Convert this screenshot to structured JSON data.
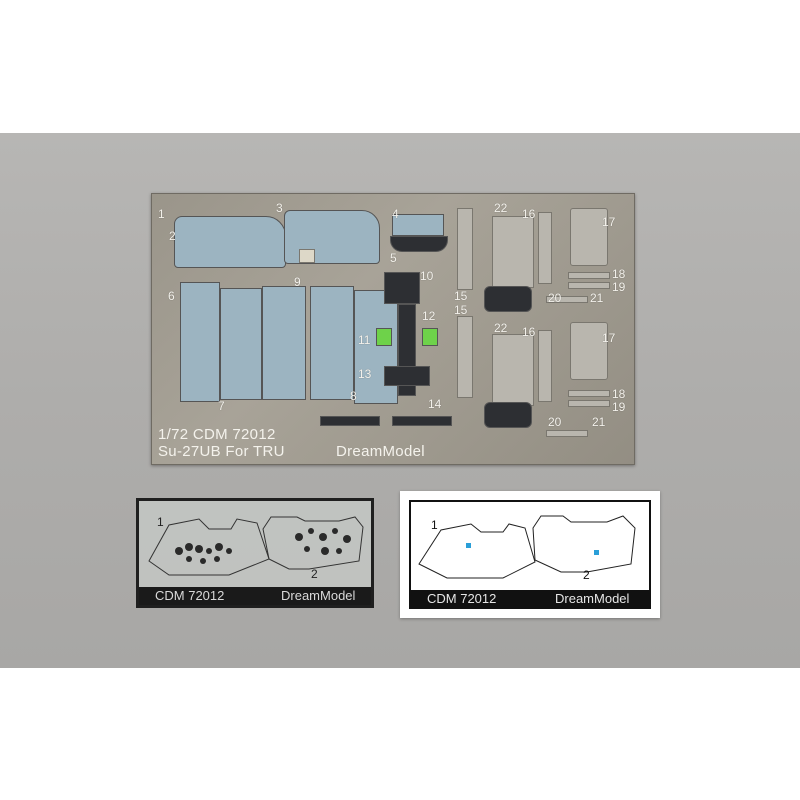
{
  "fret": {
    "scale_code": "1/72 CDM 72012",
    "product": "Su-27UB For TRU",
    "brand": "DreamModel",
    "part_numbers": {
      "n1": "1",
      "n2": "2",
      "n3": "3",
      "n4": "4",
      "n5": "5",
      "n6": "6",
      "n7": "7",
      "n8": "8",
      "n9": "9",
      "n10": "10",
      "n11": "11",
      "n12": "12",
      "n13": "13",
      "n14": "14",
      "n15a": "15",
      "n15b": "15",
      "n16a": "16",
      "n16b": "16",
      "n17a": "17",
      "n17b": "17",
      "n18a": "18",
      "n18b": "18",
      "n19a": "19",
      "n19b": "19",
      "n20a": "20",
      "n20b": "20",
      "n21a": "21",
      "n21b": "21",
      "n22a": "22",
      "n22b": "22"
    }
  },
  "film": {
    "num1": "1",
    "num2": "2",
    "code": "CDM 72012",
    "brand": "DreamModel"
  },
  "card": {
    "num1": "1",
    "num2": "2",
    "code": "CDM 72012",
    "brand": "DreamModel",
    "marker_color": "#2a9fd8"
  }
}
